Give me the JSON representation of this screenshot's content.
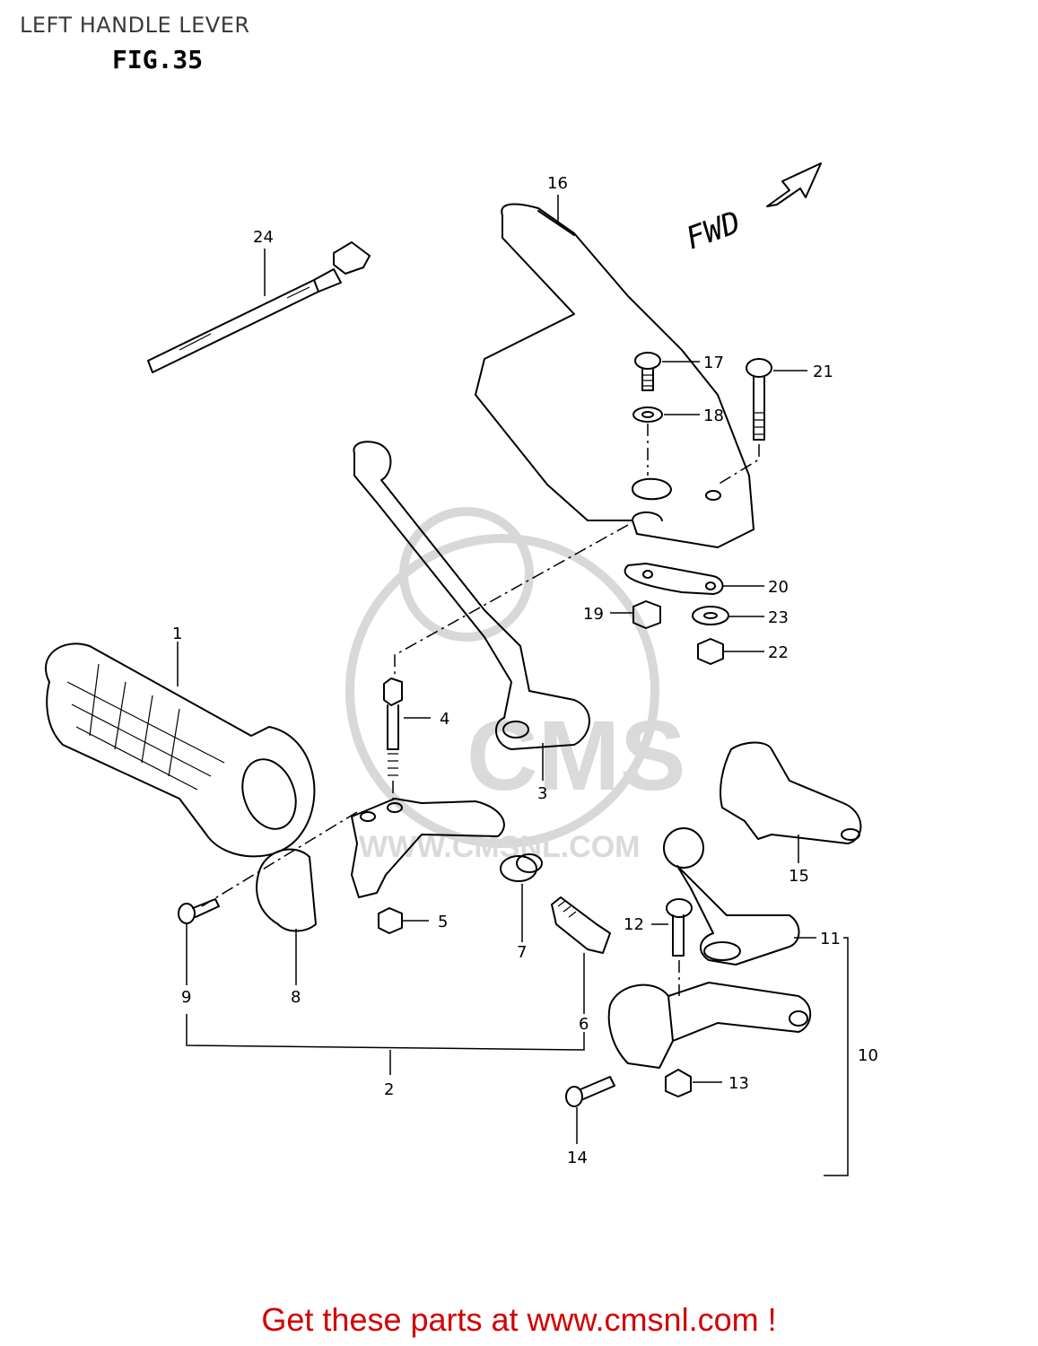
{
  "header": {
    "title": "LEFT HANDLE LEVER",
    "figure": "FIG.35"
  },
  "direction_marker": "FWD",
  "watermark": {
    "brand": "CMS",
    "url": "WWW.CMSNL.COM"
  },
  "callouts": {
    "p1": "1",
    "p2": "2",
    "p3": "3",
    "p4": "4",
    "p5": "5",
    "p6": "6",
    "p7": "7",
    "p8": "8",
    "p9": "9",
    "p10": "10",
    "p11": "11",
    "p12": "12",
    "p13": "13",
    "p14": "14",
    "p15": "15",
    "p16": "16",
    "p17": "17",
    "p18": "18",
    "p19": "19",
    "p20": "20",
    "p21": "21",
    "p22": "22",
    "p23": "23",
    "p24": "24"
  },
  "footer": {
    "cta": "Get these parts at www.cmsnl.com !"
  },
  "colors": {
    "footer_text": "#d30000",
    "line": "#000000",
    "watermark": "#d8d8d8"
  }
}
